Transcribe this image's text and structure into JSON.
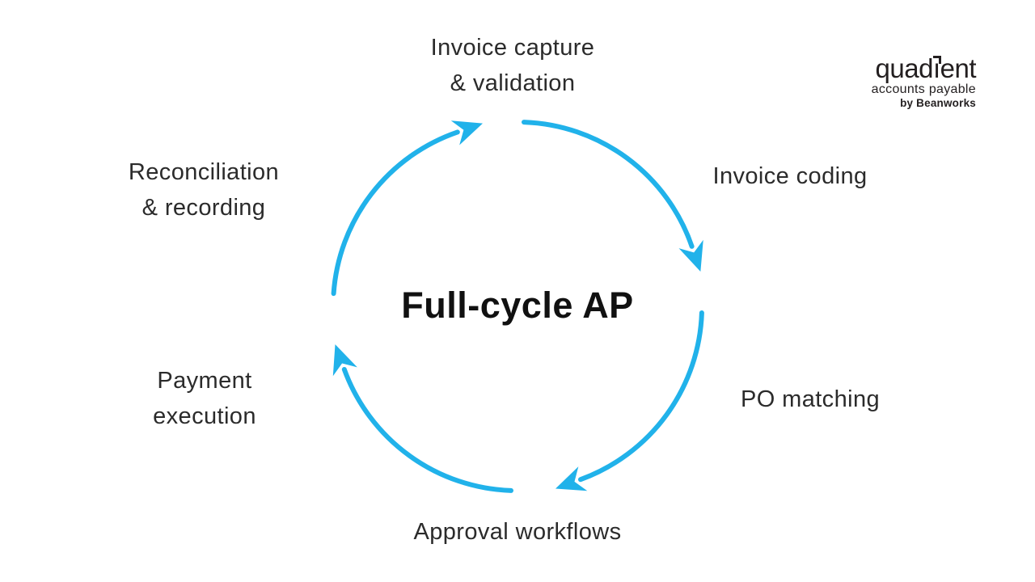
{
  "page": {
    "background": "#ffffff"
  },
  "logo": {
    "brand": "quadient",
    "brand_prefix": "quad",
    "brand_i": "ı",
    "brand_suffix": "ent",
    "subtitle": "accounts payable",
    "byline": "by Beanworks"
  },
  "diagram": {
    "type": "cycle",
    "title": "Full-cycle AP",
    "arrow_color": "#21B2EA",
    "direction": "clockwise",
    "stages": [
      {
        "id": "invoice-capture-validation",
        "label": "Invoice capture\n& validation",
        "position": "top"
      },
      {
        "id": "invoice-coding",
        "label": "Invoice coding",
        "position": "right-top"
      },
      {
        "id": "po-matching",
        "label": "PO matching",
        "position": "right-bottom"
      },
      {
        "id": "approval-workflows",
        "label": "Approval workflows",
        "position": "bottom"
      },
      {
        "id": "payment-execution",
        "label": "Payment\nexecution",
        "position": "left-bottom"
      },
      {
        "id": "reconciliation-recording",
        "label": "Reconciliation\n& recording",
        "position": "left-top"
      }
    ]
  }
}
